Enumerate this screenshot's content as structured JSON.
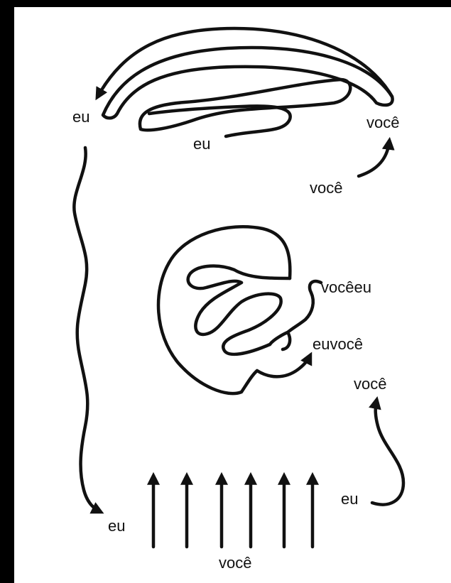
{
  "labels": {
    "top_left_eu": "eu",
    "top_inner_eu": "eu",
    "top_right_voce": "você",
    "right_voce_arrow": "você",
    "voceeu": "vocêeu",
    "euvoce": "euvocê",
    "right_voce": "você",
    "bottom_right_eu": "eu",
    "bottom_left_eu": "eu",
    "bottom_voce": "você"
  },
  "colors": {
    "ink": "#111111",
    "paper": "#ffffff",
    "frame": "#000000"
  }
}
